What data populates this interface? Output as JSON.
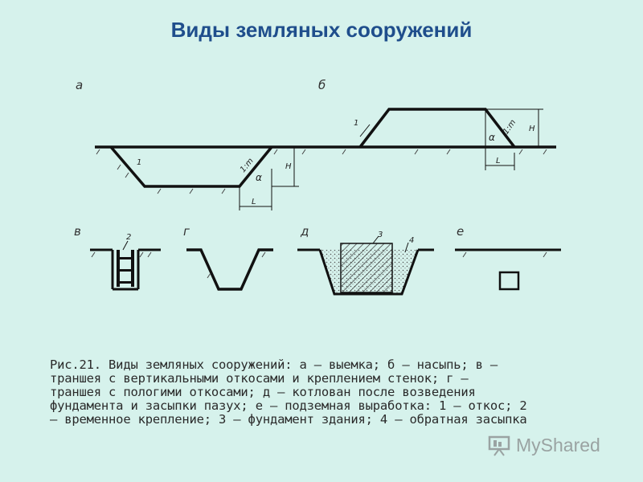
{
  "title": "Виды земляных сооружений",
  "labels": {
    "a": "а",
    "b": "б",
    "v": "в",
    "g": "г",
    "d": "д",
    "e": "е",
    "one_a": "1",
    "one_b": "1",
    "slope_a": "1:m",
    "slope_b": "1:m",
    "alpha_a": "α",
    "alpha_b": "α",
    "h_a": "H",
    "h_b": "H",
    "l_a": "L",
    "l_b": "L",
    "two": "2",
    "three": "3",
    "four": "4"
  },
  "caption": {
    "lines": [
      "Рис.21. Виды земляных сооружений: а – выемка; б – насыпь; в –",
      "траншея с вертикальными откосами и креплением стенок; г –",
      "траншея с пологими откосами; д – котлован после возведения",
      "фундамента и засыпки пазух; е – подземная выработка: 1 – откос; 2",
      "– временное крепление; 3 – фундамент здания; 4 – обратная засыпка"
    ]
  },
  "watermark": {
    "text": "MyShared",
    "icon": "myshared-logo-icon"
  }
}
